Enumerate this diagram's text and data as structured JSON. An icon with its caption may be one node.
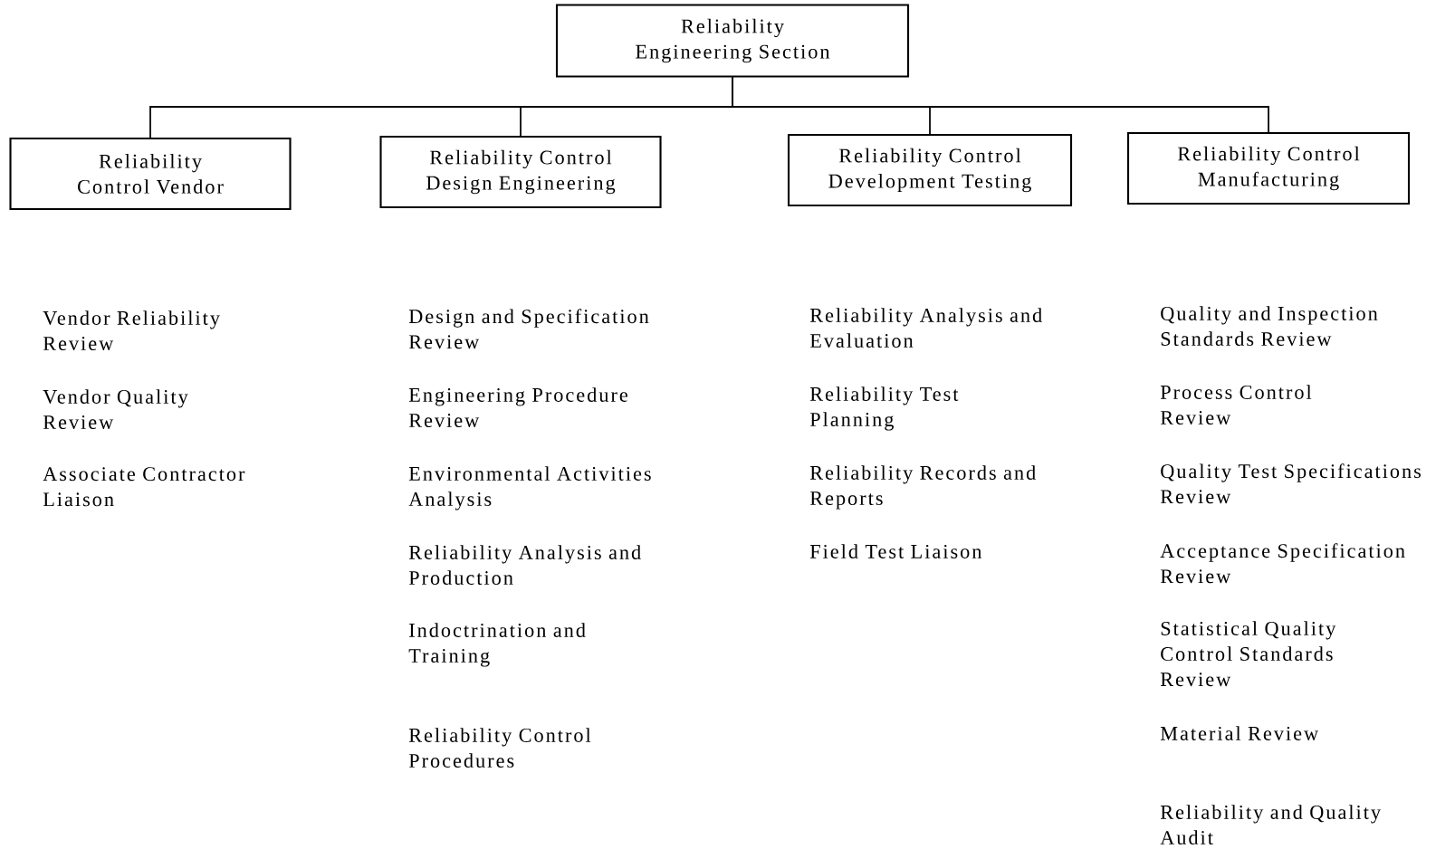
{
  "diagram": {
    "nodes": [
      {
        "text": [
          "Reliability Engineering Section"
        ]
      },
      {
        "text": [
          "Reliability Control Vendor"
        ]
      },
      {
        "text": [
          "Reliability Control Design Engineering"
        ]
      },
      {
        "text": [
          "Reliability Control Development Testing"
        ]
      },
      {
        "text": [
          "Reliability Control Manufacturing"
        ]
      }
    ],
    "edges": [
      {
        "from": 0,
        "to": 1,
        "arrow": "none"
      },
      {
        "from": 0,
        "to": 2,
        "arrow": "none"
      },
      {
        "from": 0,
        "to": 3,
        "arrow": "none"
      },
      {
        "from": 0,
        "to": 4,
        "arrow": "none"
      }
    ],
    "labels": [
      "Vendor Reliability Review",
      "Vendor Quality Review",
      "Associate Contractor Liaison",
      "Design and Specification Review",
      "Engineering Procedure Review",
      "Environmental Activities Analysis",
      "Reliability Analysis and Production",
      "Indoctrination and Training",
      "Reliability Control Procedures",
      "Reliability Analysis and Evaluation",
      "Reliability Test Planning",
      "Reliability Records and Reports",
      "Field Test Liaison",
      "Quality and Inspection Standards Review",
      "Process Control Review",
      "Quality Test Specifications Review",
      "Acceptance Specification Review",
      "Statistical Quality Control Standards Review",
      "Material Review",
      "Reliability and Quality Audit"
    ]
  }
}
